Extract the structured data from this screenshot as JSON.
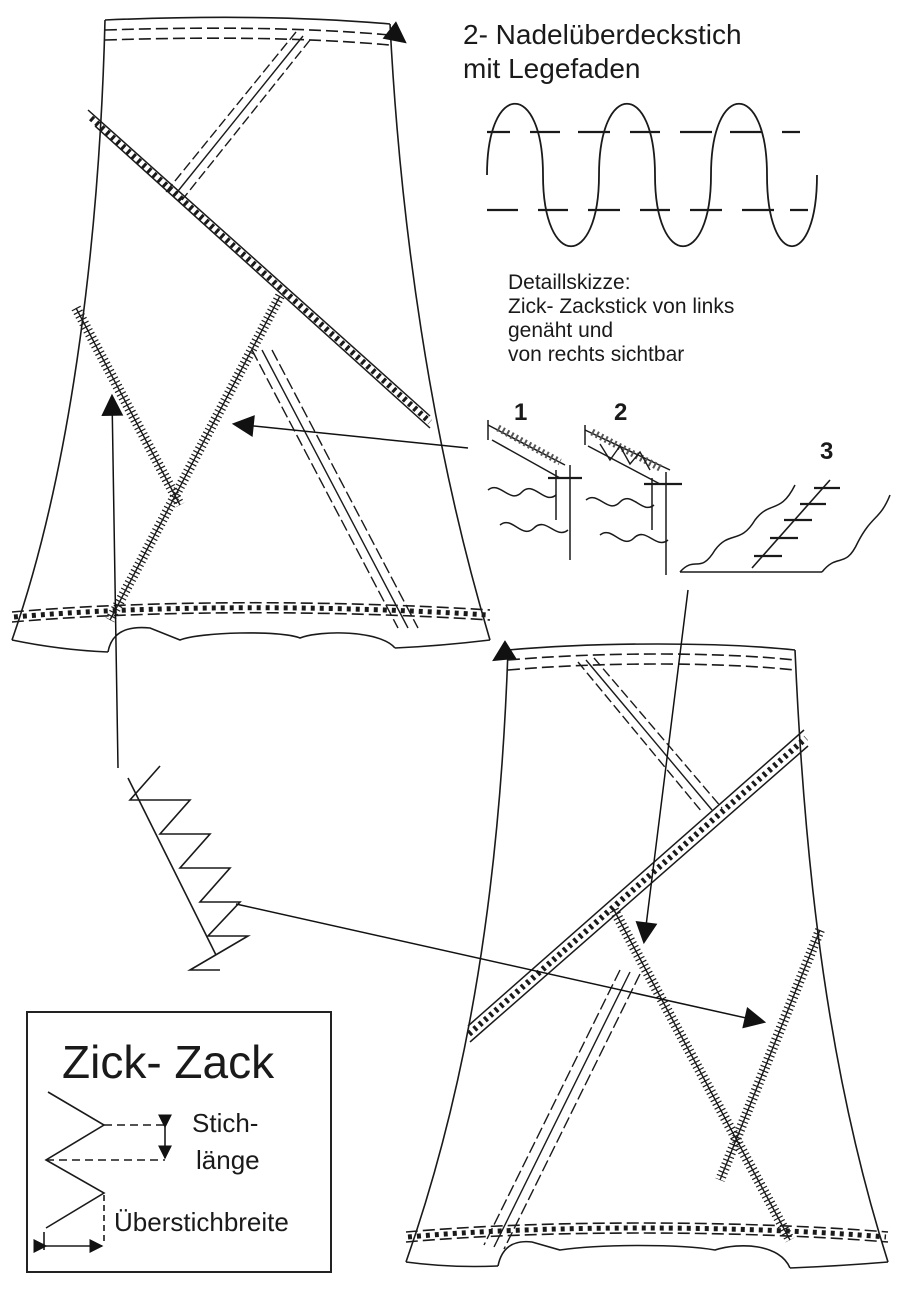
{
  "labels": {
    "coverstitch_line1": "2- Nadelüberdeckstich",
    "coverstitch_line2": "mit Legefaden",
    "detail_line1": "Detaillskizze:",
    "detail_line2": "Zick- Zackstick von links",
    "detail_line3": "genäht und",
    "detail_line4": "von rechts sichtbar",
    "detail_num_1": "1",
    "detail_num_2": "2",
    "detail_num_3": "3"
  },
  "legend": {
    "title": "Zick- Zack",
    "stitch_length_line1": "Stich-",
    "stitch_length_line2": "länge",
    "stitch_width": "Überstichbreite"
  },
  "colors": {
    "ink": "#1a1a1a",
    "background": "#ffffff"
  }
}
